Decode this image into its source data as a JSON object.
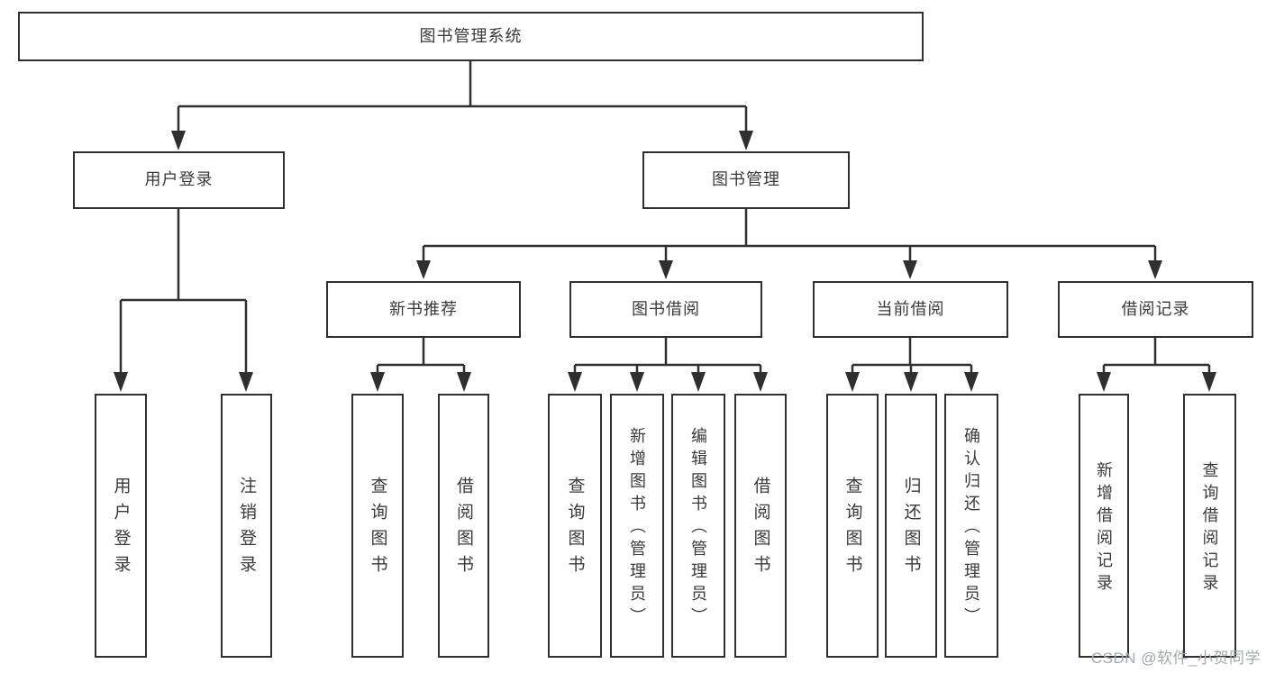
{
  "diagram": {
    "root": {
      "label": "图书管理系统",
      "children": [
        {
          "label": "用户登录",
          "children": [
            {
              "label": "用户登录"
            },
            {
              "label": "注销登录"
            }
          ]
        },
        {
          "label": "图书管理",
          "children": [
            {
              "label": "新书推荐",
              "children": [
                {
                  "label": "查询图书"
                },
                {
                  "label": "借阅图书"
                }
              ]
            },
            {
              "label": "图书借阅",
              "children": [
                {
                  "label": "查询图书"
                },
                {
                  "label": "新增图书（管理员）"
                },
                {
                  "label": "编辑图书（管理员）"
                },
                {
                  "label": "借阅图书"
                }
              ]
            },
            {
              "label": "当前借阅",
              "children": [
                {
                  "label": "查询图书"
                },
                {
                  "label": "归还图书"
                },
                {
                  "label": "确认归还（管理员）"
                }
              ]
            },
            {
              "label": "借阅记录",
              "children": [
                {
                  "label": "新增借阅记录"
                },
                {
                  "label": "查询借阅记录"
                }
              ]
            }
          ]
        }
      ]
    }
  },
  "colors": {
    "line": "#2f2f2f",
    "box_border": "#2f2f2f",
    "text": "#3a3a3a",
    "watermark": "#a3a7b3"
  },
  "watermark": {
    "text": "CSDN @软件_小贺同学"
  }
}
